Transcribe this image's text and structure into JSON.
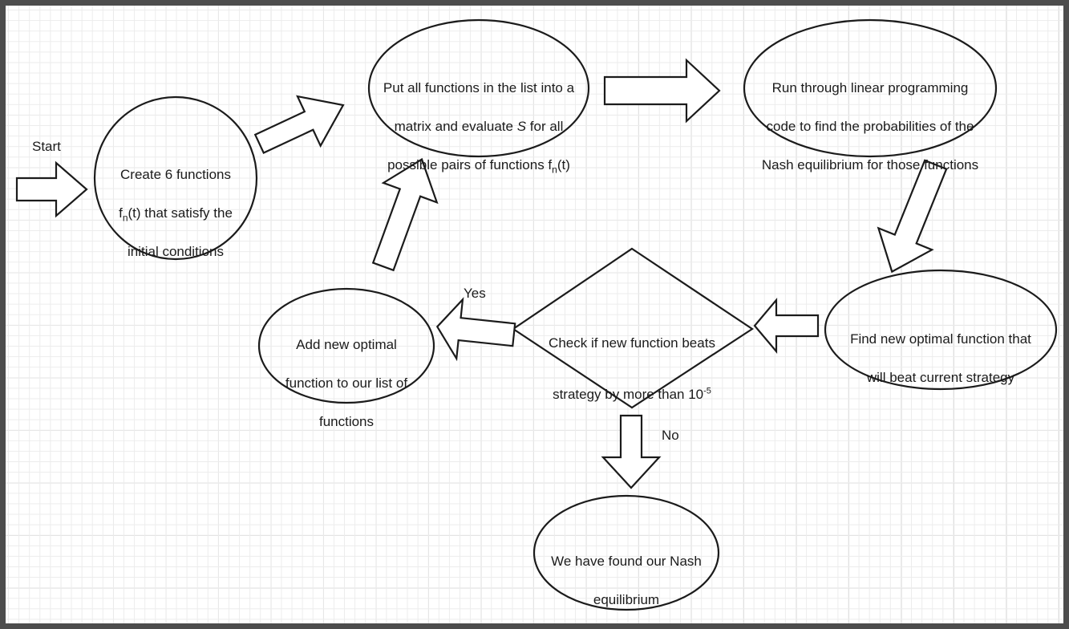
{
  "diagram": {
    "title": "Nash equilibrium search algorithm flowchart",
    "background": "#ffffff",
    "frame_color": "#4d4d4d",
    "grid_minor_color": "#ececec",
    "grid_major_color": "#d4d4d4",
    "stroke_color": "#1b1b1b",
    "text_color": "#1b1b1b"
  },
  "nodes": [
    {
      "id": "create-functions",
      "shape": "circle",
      "lines": [
        "Create 6 functions",
        "f_n(t) that satisfy the",
        "initial conditions"
      ],
      "text": "Create 6 functions f_n(t) that satisfy the initial conditions"
    },
    {
      "id": "build-matrix",
      "shape": "ellipse",
      "lines": [
        "Put all functions in the list into a",
        "matrix and evaluate S for all",
        "possible pairs of functions f_n(t)"
      ],
      "text": "Put all functions in the list into a matrix and evaluate S for all possible pairs of functions f_n(t)"
    },
    {
      "id": "linear-programming",
      "shape": "ellipse",
      "lines": [
        "Run through linear programming",
        "code to find the probabilities of the",
        "Nash equilibrium for those functions"
      ],
      "text": "Run through linear programming code to find the probabilities of the Nash equilibrium for those functions"
    },
    {
      "id": "find-new-optimal",
      "shape": "ellipse",
      "lines": [
        "Find new optimal function that",
        "will beat current strategy"
      ],
      "text": "Find new optimal function that will beat current strategy"
    },
    {
      "id": "check-decision",
      "shape": "diamond",
      "lines": [
        "Check if new function beats",
        "strategy by more than 10^-5"
      ],
      "text": "Check if new function beats strategy by more than 10^-5"
    },
    {
      "id": "add-to-list",
      "shape": "ellipse",
      "lines": [
        "Add new optimal",
        "function to our list of",
        "functions"
      ],
      "text": "Add new optimal function to our list of functions"
    },
    {
      "id": "nash-found",
      "shape": "ellipse",
      "lines": [
        "We have found our Nash",
        "equilibrium"
      ],
      "text": "We have found our Nash equilibrium"
    }
  ],
  "edge_labels": {
    "start": "Start",
    "yes": "Yes",
    "no": "No"
  },
  "node_text": {
    "create_l1": "Create 6 functions",
    "create_l2a": "f",
    "create_l2sub": "n",
    "create_l2b": "(t) that satisfy the",
    "create_l3": "initial conditions",
    "matrix_l1": "Put all functions in the list into a",
    "matrix_l2a": "matrix and evaluate ",
    "matrix_l2i": "S",
    "matrix_l2b": " for all",
    "matrix_l3a": "possible pairs of functions f",
    "matrix_l3sub": "n",
    "matrix_l3b": "(t)",
    "lp_l1": "Run through linear programming",
    "lp_l2": "code to find the probabilities of the",
    "lp_l3": "Nash equilibrium for those functions",
    "newopt_l1": "Find new optimal function that",
    "newopt_l2": "will beat current strategy",
    "check_l1": "Check if new function beats",
    "check_l2a": "strategy by more than 10",
    "check_l2sup": "-5",
    "add_l1": "Add new optimal",
    "add_l2": "function to our list of",
    "add_l3": "functions",
    "nash_l1": "We have found our Nash",
    "nash_l2": "equilibrium"
  },
  "arrows": [
    {
      "id": "start-arrow",
      "from": "start",
      "to": "create-functions",
      "direction": "right"
    },
    {
      "id": "create-to-matrix",
      "from": "create-functions",
      "to": "build-matrix",
      "direction": "up-right"
    },
    {
      "id": "matrix-to-lp",
      "from": "build-matrix",
      "to": "linear-programming",
      "direction": "right"
    },
    {
      "id": "lp-to-newopt",
      "from": "linear-programming",
      "to": "find-new-optimal",
      "direction": "down-right"
    },
    {
      "id": "newopt-to-check",
      "from": "find-new-optimal",
      "to": "check-decision",
      "direction": "left"
    },
    {
      "id": "check-to-add-yes",
      "from": "check-decision",
      "to": "add-to-list",
      "direction": "left",
      "label": "Yes"
    },
    {
      "id": "add-to-matrix",
      "from": "add-to-list",
      "to": "build-matrix",
      "direction": "up-right"
    },
    {
      "id": "check-to-nash-no",
      "from": "check-decision",
      "to": "nash-found",
      "direction": "down",
      "label": "No"
    }
  ]
}
